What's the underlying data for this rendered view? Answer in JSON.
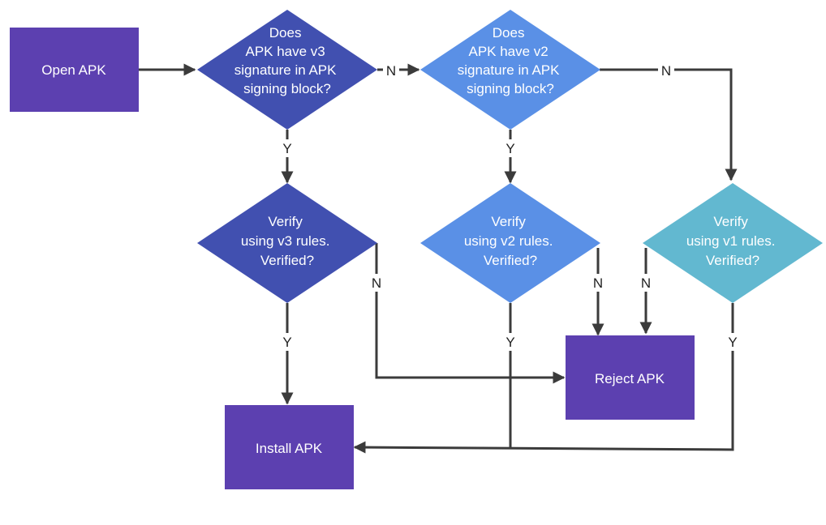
{
  "colors": {
    "process": "#5c40b0",
    "decision_v3": "#4150b0",
    "decision_v2": "#5a90e6",
    "decision_v1": "#62b8d0",
    "edge": "#3b3b3b",
    "label": "#222222",
    "text": "#ffffff"
  },
  "nodes": {
    "open_apk": {
      "label": [
        "Open APK"
      ]
    },
    "check_v3": {
      "label": [
        "Does",
        "APK have v3",
        "signature in APK",
        "signing block?"
      ]
    },
    "check_v2": {
      "label": [
        "Does",
        "APK have v2",
        "signature in APK",
        "signing block?"
      ]
    },
    "verify_v3": {
      "label": [
        "Verify",
        "using v3 rules.",
        "Verified?"
      ]
    },
    "verify_v2": {
      "label": [
        "Verify",
        "using v2 rules.",
        "Verified?"
      ]
    },
    "verify_v1": {
      "label": [
        "Verify",
        "using v1 rules.",
        "Verified?"
      ]
    },
    "reject_apk": {
      "label": [
        "Reject APK"
      ]
    },
    "install_apk": {
      "label": [
        "Install APK"
      ]
    }
  },
  "edges": {
    "open_to_check_v3": "",
    "check_v3_no": "N",
    "check_v2_no": "N",
    "check_v3_yes": "Y",
    "check_v2_yes": "Y",
    "verify_v3_no": "N",
    "verify_v2_no": "N",
    "verify_v1_no": "N",
    "verify_v3_yes": "Y",
    "verify_v2_yes": "Y",
    "verify_v1_yes": "Y"
  }
}
